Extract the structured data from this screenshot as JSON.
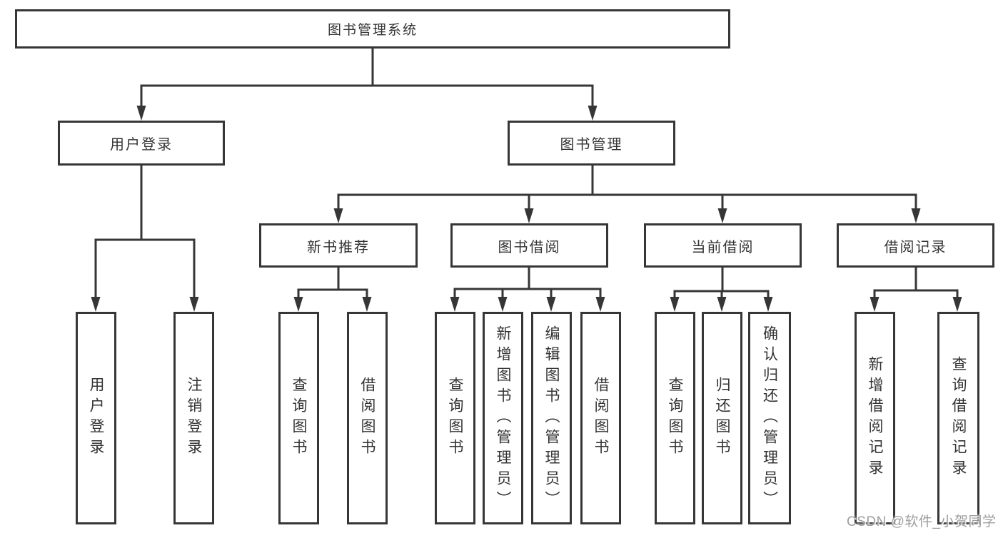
{
  "diagram": {
    "title": "图书管理系统",
    "root": {
      "label": "图书管理系统"
    },
    "level2": [
      {
        "label": "用户登录"
      },
      {
        "label": "图书管理"
      }
    ],
    "level3": [
      {
        "label": "新书推荐"
      },
      {
        "label": "图书借阅"
      },
      {
        "label": "当前借阅"
      },
      {
        "label": "借阅记录"
      }
    ],
    "leaves": {
      "user_login": [
        "用户登录",
        "注销登录"
      ],
      "new_book": [
        "查询图书",
        "借阅图书"
      ],
      "book_borrow": [
        "查询图书",
        "新增图书（管理员）",
        "编辑图书（管理员）",
        "借阅图书"
      ],
      "current_borrow": [
        "查询图书",
        "归还图书",
        "确认归还（管理员）"
      ],
      "borrow_record": [
        "新增借阅记录",
        "查询借阅记录"
      ]
    }
  },
  "watermark": "CSDN @软件_小贺同学",
  "colors": {
    "line": "#363636",
    "border": "#363636",
    "text": "#333333",
    "watermark": "#9e9e9e",
    "background": "#ffffff"
  }
}
